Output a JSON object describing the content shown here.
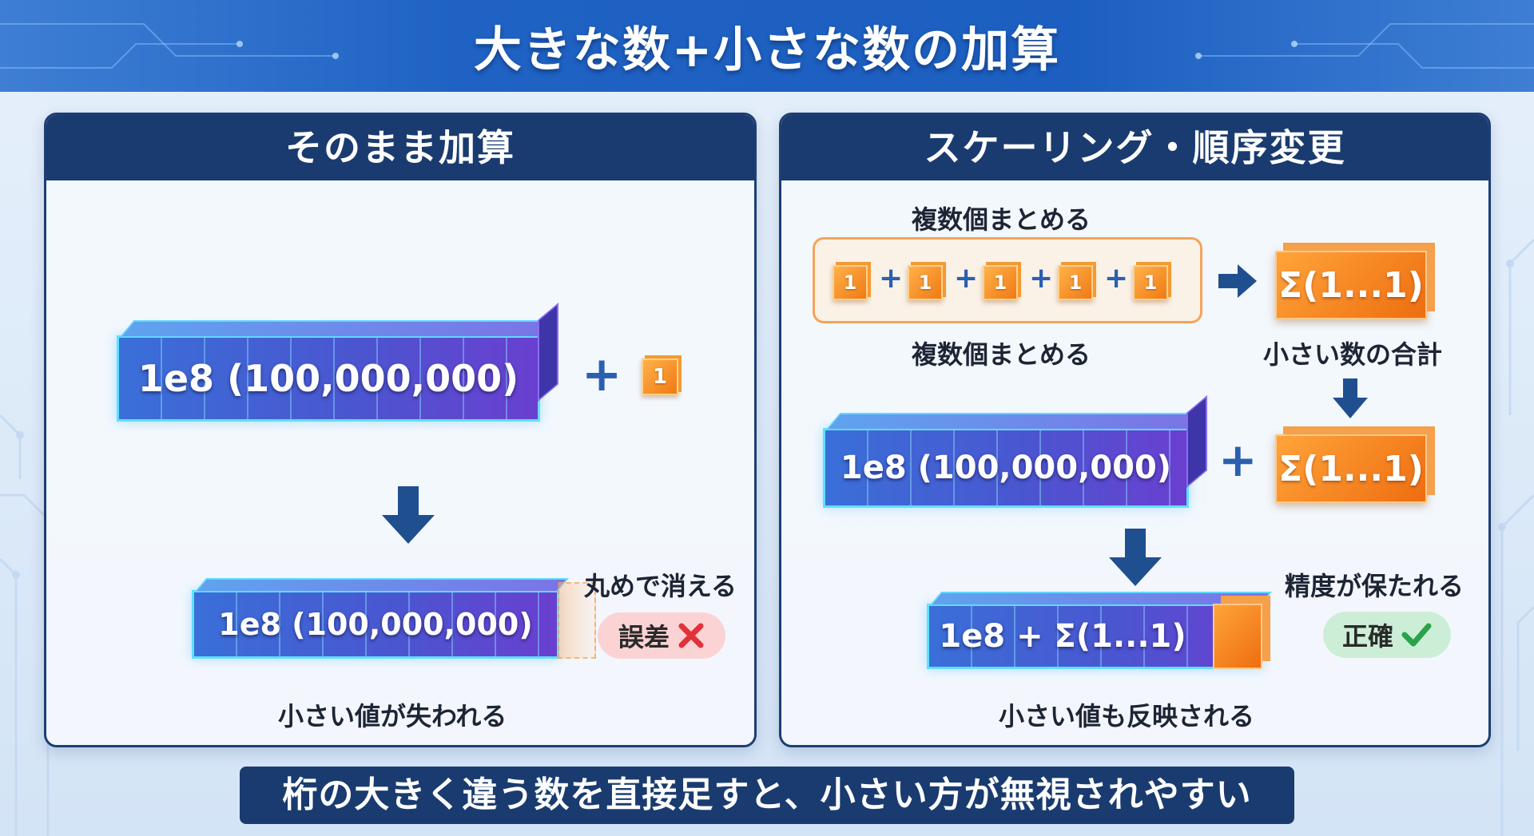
{
  "title": "大きな数+小さな数の加算",
  "left_panel": {
    "heading": "そのまま加算",
    "big_number": "1e8 (100,000,000)",
    "plus": "+",
    "small_number": "1",
    "result_number": "1e8 (100,000,000)",
    "rounding_label": "丸めで消える",
    "error_badge": "誤差",
    "caption": "小さい値が失われる"
  },
  "right_panel": {
    "heading": "スケーリング・順序変更",
    "group_label_top": "複数個まとめる",
    "group_label_bottom": "複数個まとめる",
    "small_units": [
      "1",
      "1",
      "1",
      "1",
      "1"
    ],
    "plus": "+",
    "sum_label": "Σ(1...1)",
    "sum_caption": "小さい数の合計",
    "big_number": "1e8 (100,000,000)",
    "result_number": "1e8 + Σ(1...1)",
    "precision_label": "精度が保たれる",
    "ok_badge": "正確",
    "caption": "小さい値も反映される"
  },
  "footer": "桁の大きく違う数を直接足すと、小さい方が無視されやすい",
  "colors": {
    "header_blue": "#1f62c3",
    "panel_navy": "#1a3b6f",
    "bar_blue": "#3a6fd8",
    "bar_purple": "#6a3fd0",
    "cube_orange": "#f07a14",
    "error_red": "#e0323a",
    "ok_green": "#2aa34a"
  }
}
